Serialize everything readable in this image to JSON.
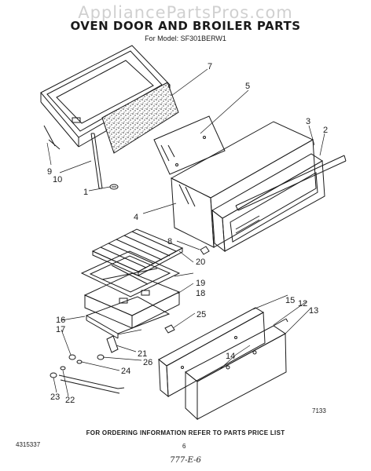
{
  "watermark": "AppliancePartsPros.com",
  "title": "OVEN DOOR AND BROILER PARTS",
  "subtitle": "For Model: SF301BERW1",
  "callouts": [
    "1",
    "2",
    "3",
    "4",
    "5",
    "7",
    "8",
    "9",
    "10",
    "12",
    "13",
    "14",
    "15",
    "16",
    "17",
    "18",
    "19",
    "20",
    "21",
    "22",
    "23",
    "24",
    "25",
    "26"
  ],
  "figure_number": "7133",
  "footer": "FOR ORDERING INFORMATION REFER TO PARTS PRICE LIST",
  "part_number": "4315337",
  "page_number": "6",
  "handwritten": "777-E-6"
}
